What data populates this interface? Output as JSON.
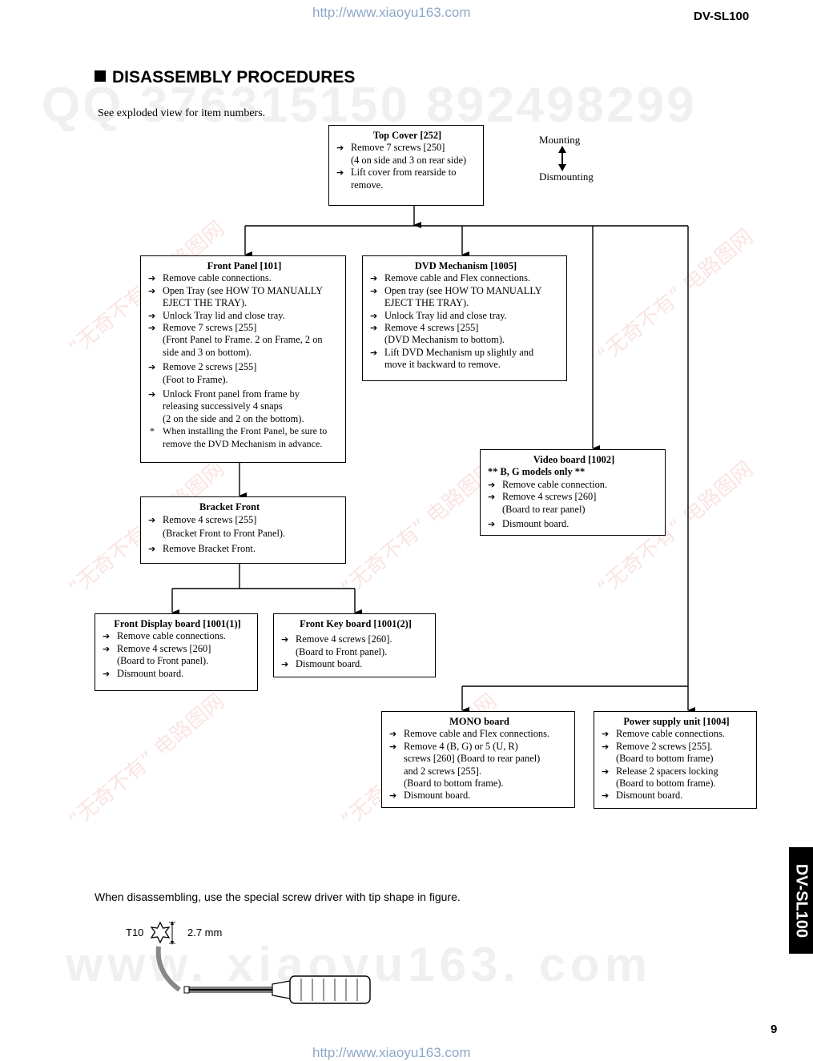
{
  "header": {
    "url_top": "http://www.xiaoyu163.com",
    "model": "DV-SL100"
  },
  "section_title": "DISASSEMBLY PROCEDURES",
  "intro": "See exploded view for item numbers.",
  "legend": {
    "mounting": "Mounting",
    "dismounting": "Dismounting"
  },
  "boxes": {
    "top_cover": {
      "title": "Top Cover [252]",
      "items": [
        "Remove 7 screws [250]\n(4 on side and 3 on rear side)",
        "Lift cover from rearside to\nremove."
      ]
    },
    "front_panel": {
      "title": "Front Panel [101]",
      "items": [
        "Remove cable connections.",
        "Open Tray (see HOW TO MANUALLY\nEJECT THE TRAY).",
        "Unlock Tray lid and close tray.",
        "Remove 7 screws [255]\n(Front Panel to Frame. 2 on Frame, 2 on\nside and 3 on bottom).",
        "Remove 2 screws [255]\n(Foot to Frame).",
        "Unlock Front panel from frame by\n releasing successively 4 snaps\n(2 on the side and 2 on the bottom)."
      ],
      "note": "When installing the Front Panel, be sure to\nremove the DVD Mechanism in advance."
    },
    "dvd_mechanism": {
      "title": "DVD Mechanism  [1005]",
      "items": [
        "Remove cable and Flex connections.",
        "Open tray (see HOW TO MANUALLY\nEJECT THE TRAY).",
        "Unlock Tray lid and close tray.",
        "Remove 4 screws [255]\n(DVD Mechanism to bottom).",
        "Lift DVD Mechanism up slightly and\n move it backward to remove."
      ]
    },
    "video_board": {
      "title": "Video board [1002]",
      "subtitle": "** B, G models only **",
      "items": [
        "Remove cable connection.",
        "Remove 4 screws [260]\n(Board to rear panel)",
        "Dismount board."
      ]
    },
    "bracket_front": {
      "title": "Bracket Front",
      "items": [
        "Remove 4 screws [255]\n(Bracket Front to Front Panel).",
        "Remove Bracket Front."
      ]
    },
    "front_display": {
      "title": "Front Display board [1001(1)]",
      "items": [
        "Remove cable connections.",
        "Remove 4 screws [260]\n(Board to Front panel).",
        "Dismount board."
      ]
    },
    "front_key": {
      "title": "Front Key board [1001(2)]",
      "items": [
        "Remove 4 screws [260].\n(Board to Front panel).",
        "Dismount board."
      ]
    },
    "mono_board": {
      "title": "MONO board",
      "items": [
        "Remove cable and Flex connections.",
        "Remove 4 (B, G) or 5 (U, R)\nscrews [260] (Board to rear panel)\nand 2 screws [255].\n(Board to bottom frame).",
        "Dismount board."
      ]
    },
    "power_supply": {
      "title": "Power supply unit [1004]",
      "items": [
        "Remove cable connections.",
        "Remove 2 screws [255].\n(Board to bottom frame)",
        "Release 2 spacers locking\n(Board to bottom frame).",
        "Dismount board."
      ]
    }
  },
  "screwdriver": {
    "instruction": "When disassembling, use the special screw driver with tip shape in figure.",
    "tip_label": "T10",
    "tip_size": "2.7 mm"
  },
  "side_tab": "DV-SL100",
  "page_number": "9",
  "footer": {
    "url_bottom": "http://www.xiaoyu163.com"
  },
  "colors": {
    "watermark_red": "#fbe4e4",
    "watermark_gray": "#f0f0f0",
    "url_blue": "#8da8c8"
  }
}
